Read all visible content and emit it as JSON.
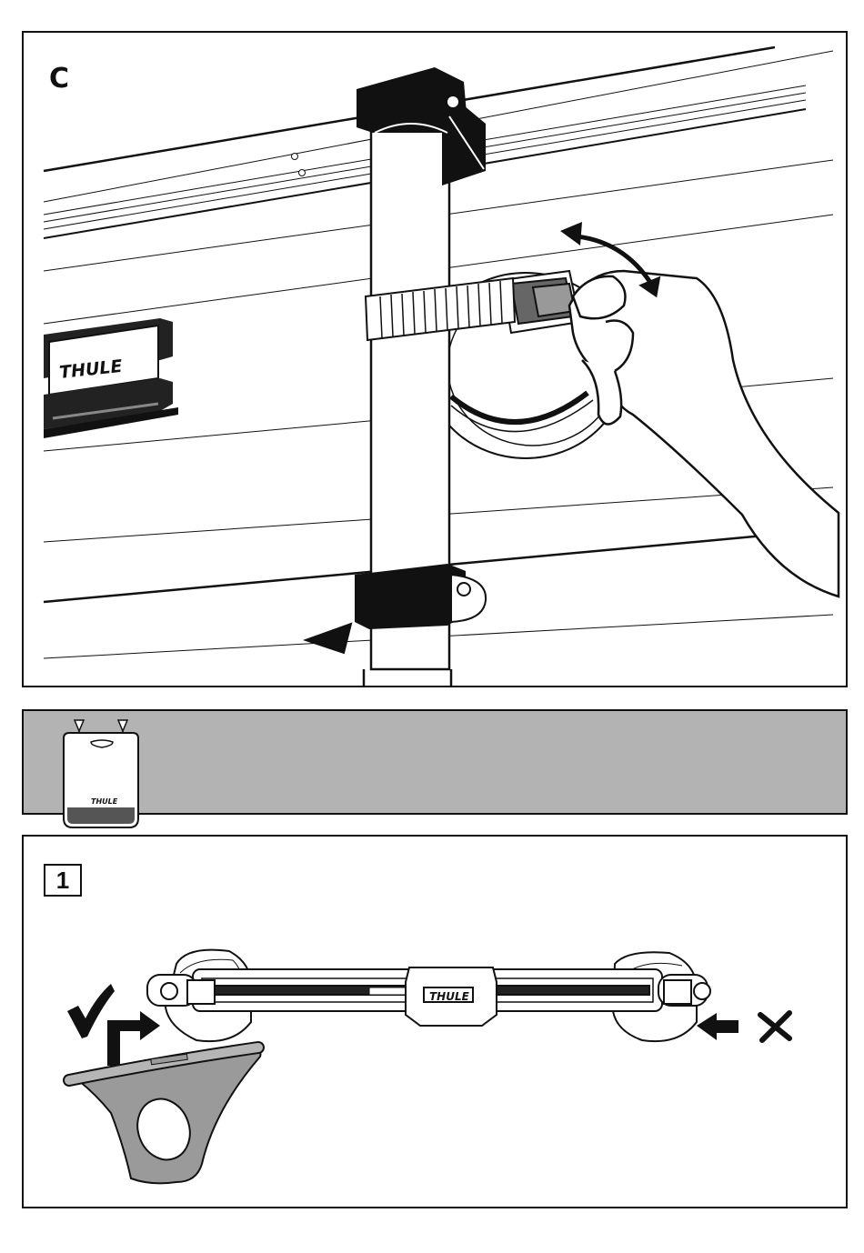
{
  "panels": {
    "c": {
      "step_label": "C",
      "brand": "THULE"
    },
    "pouch": {
      "brand": "THULE"
    },
    "one": {
      "step_label": "1",
      "brand": "THULE"
    }
  },
  "icons": {
    "check": "check-icon",
    "cross": "cross-icon",
    "arrows": [
      "double-arrow-icon",
      "bent-arrow-icon",
      "left-arrow-icon",
      "down-arrow-icon"
    ]
  }
}
